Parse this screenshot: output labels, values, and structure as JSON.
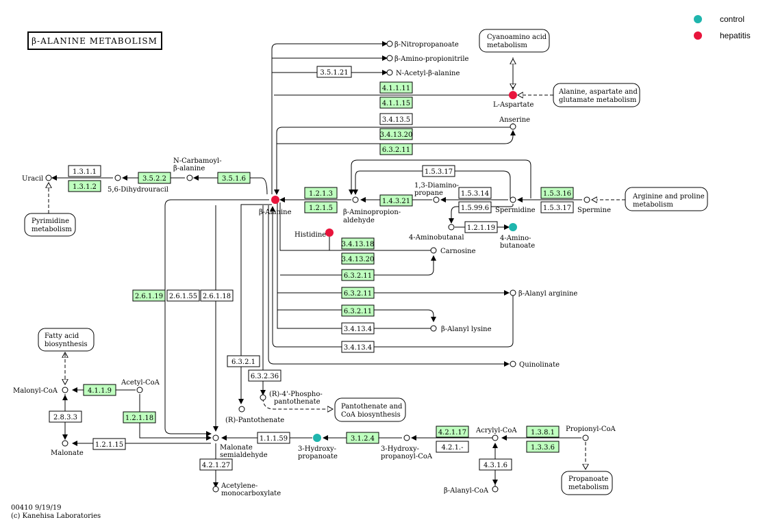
{
  "title": "β-ALANINE METABOLISM",
  "legend": [
    {
      "label": "control",
      "color": "#1fb5ad"
    },
    {
      "label": "hepatitis",
      "color": "#e8143c"
    }
  ],
  "colors": {
    "enzyme_found": "#bfffbf",
    "enzyme_other": "#ffffff",
    "control": "#1fb5ad",
    "hepatitis": "#e8143c"
  },
  "footer": {
    "line1": "00410 9/19/19",
    "line2": "(c) Kanehisa Laboratories"
  },
  "maps": {
    "cyanoamino": [
      "Cyanoamino acid",
      "metabolism"
    ],
    "ala_asp_glu": [
      "Alanine, aspartate and",
      "glutamate metabolism"
    ],
    "arg_pro": [
      "Arginine and proline",
      "metabolism"
    ],
    "pyrimidine": [
      "Pyrimidine",
      "metabolism"
    ],
    "fatty_acid": [
      "Fatty acid",
      "biosynthesis"
    ],
    "pantothenate": [
      "Pantothenate and",
      "CoA biosynthesis"
    ],
    "propanoate": [
      "Propanoate",
      "metabolism"
    ]
  },
  "compounds": {
    "nitropropanoate": "β-Nitropropanoate",
    "aminopropionitrile": "β-Amino-propionitrile",
    "acetyl_alanine": "N-Acetyl-β-alanine",
    "aspartate": "L-Aspartate",
    "anserine": "Anserine",
    "carbamoyl": [
      "N-Carbamoyl-",
      "β-alanine"
    ],
    "uracil": "Uracil",
    "dihydrouracil": "5,6-Dihydrouracil",
    "beta_alanine": "β-Alanine",
    "diaminopropane": [
      "1,3-Diamino-",
      "propane"
    ],
    "aminopropionaldehyde": [
      "β-Aminopropion-",
      "aldehyde"
    ],
    "spermidine": "Spermidine",
    "spermine": "Spermine",
    "aminobutanal": "4-Aminobutanal",
    "aminobutanoate": [
      "4-Amino-",
      "butanoate"
    ],
    "histidine": "Histidine",
    "carnosine": "Carnosine",
    "alanyl_arginine": "β-Alanyl arginine",
    "alanyl_lysine": "β-Alanyl lysine",
    "quinolinate": "Quinolinate",
    "phosphopantothenate": [
      "(R)-4'-Phospho-",
      "pantothenate"
    ],
    "pantothenate": "(R)-Pantothenate",
    "malonyl_coa": "Malonyl-CoA",
    "acetyl_coa": "Acetyl-CoA",
    "malonate": "Malonate",
    "malonate_semialdehyde": [
      "Malonate",
      "semialdehyde"
    ],
    "hydroxypropanoate": [
      "3-Hydroxy-",
      "propanoate"
    ],
    "hydroxypropanoyl_coa": [
      "3-Hydroxy-",
      "propanoyl-CoA"
    ],
    "acrylyl_coa": "Acrylyl-CoA",
    "propionyl_coa": "Propionyl-CoA",
    "alanyl_coa": "β-Alanyl-CoA",
    "acetylene": [
      "Acetylene-",
      "monocarboxylate"
    ]
  },
  "enzymes": {
    "e3_5_1_21": "3.5.1.21",
    "e4_1_1_11": "4.1.1.11",
    "e4_1_1_15": "4.1.1.15",
    "e3_4_13_5": "3.4.13.5",
    "e3_4_13_20a": "3.4.13.20",
    "e6_3_2_11a": "6.3.2.11",
    "e1_3_1_1": "1.3.1.1",
    "e1_3_1_2": "1.3.1.2",
    "e3_5_2_2": "3.5.2.2",
    "e3_5_1_6": "3.5.1.6",
    "e1_5_3_17a": "1.5.3.17",
    "e1_2_1_3": "1.2.1.3",
    "e1_2_1_5": "1.2.1.5",
    "e1_4_3_21": "1.4.3.21",
    "e1_5_3_14": "1.5.3.14",
    "e1_5_99_6": "1.5.99.6",
    "e1_5_3_16": "1.5.3.16",
    "e1_5_3_17b": "1.5.3.17",
    "e1_2_1_19": "1.2.1.19",
    "e3_4_13_18": "3.4.13.18",
    "e3_4_13_20b": "3.4.13.20",
    "e6_3_2_11b": "6.3.2.11",
    "e6_3_2_11c": "6.3.2.11",
    "e6_3_2_11d": "6.3.2.11",
    "e2_6_1_19": "2.6.1.19",
    "e2_6_1_55": "2.6.1.55",
    "e2_6_1_18": "2.6.1.18",
    "e3_4_13_4a": "3.4.13.4",
    "e3_4_13_4b": "3.4.13.4",
    "e6_3_2_1": "6.3.2.1",
    "e6_3_2_36": "6.3.2.36",
    "e4_1_1_9": "4.1.1.9",
    "e2_8_3_3": "2.8.3.3",
    "e1_2_1_18": "1.2.1.18",
    "e1_2_1_15": "1.2.1.15",
    "e1_1_1_59": "1.1.1.59",
    "e3_1_2_4": "3.1.2.4",
    "e4_2_1_17": "4.2.1.17",
    "e4_2_1_dash": "4.2.1.-",
    "e1_3_8_1": "1.3.8.1",
    "e1_3_3_6": "1.3.3.6",
    "e4_3_1_6": "4.3.1.6",
    "e4_2_1_27": "4.2.1.27"
  }
}
